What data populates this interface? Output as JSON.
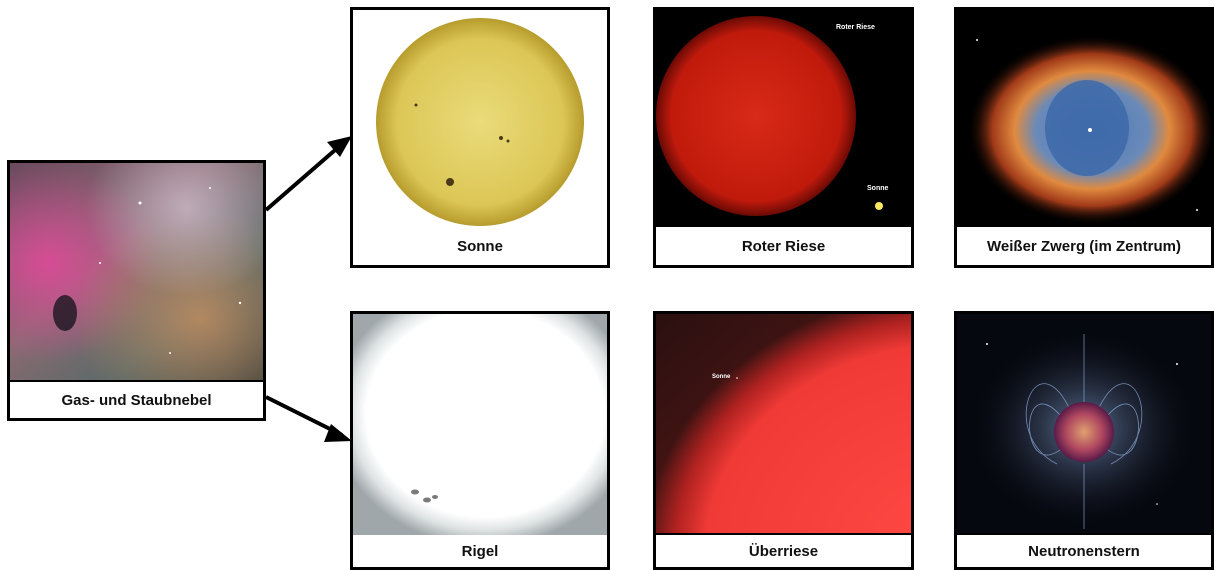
{
  "nodes": {
    "nebula": {
      "caption": "Gas- und Staubnebel"
    },
    "sun": {
      "caption": "Sonne"
    },
    "red_giant": {
      "caption": "Roter Riese",
      "label_big": "Roter Riese",
      "label_small": "Sonne"
    },
    "white_dwarf": {
      "caption": "Weißer Zwerg (im Zentrum)"
    },
    "rigel": {
      "caption": "Rigel"
    },
    "supergiant": {
      "caption": "Überriese",
      "label_small": "Sonne"
    },
    "neutron_star": {
      "caption": "Neutronenstern"
    }
  },
  "colors": {
    "sun": "#e6d468",
    "red_giant": "#d01e0e",
    "supergiant": "#f23a36",
    "background": "#ffffff"
  }
}
